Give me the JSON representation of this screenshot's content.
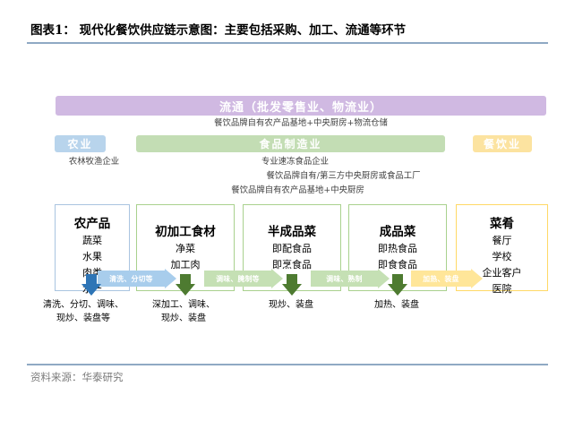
{
  "title": "图表1： 现代化餐饮供应链示意图：主要包括采购、加工、流通等环节",
  "footer": "资料来源：华泰研究",
  "banner": {
    "label": "流通（批发零售业、物流业）"
  },
  "industry_headers": [
    {
      "label": "农业",
      "color": "#b8d4ec"
    },
    {
      "label": "食品制造业",
      "color": "#c3ddb4"
    },
    {
      "label": "餐饮业",
      "color": "#fce3a0"
    }
  ],
  "span_arrows": [
    {
      "label": "餐饮品牌自有农产品基地+中央厨房+物流仓储",
      "color": "#b79bd0"
    },
    {
      "label": "农林牧渔企业",
      "color": "#5b9bd5"
    },
    {
      "label": "专业速冻食品企业",
      "color": "#70ad47"
    },
    {
      "label": "餐饮品牌自有/第三方中央厨房或食品工厂",
      "color": "#ffc000"
    },
    {
      "label": "餐饮品牌自有农产品基地+中央厨房",
      "color": "#ffc000"
    }
  ],
  "stages": [
    {
      "title": "农产品",
      "items": [
        "蔬菜",
        "水果",
        "肉类",
        "水产"
      ],
      "border": "#a9c4e0"
    },
    {
      "title": "初加工食材",
      "items": [
        "净菜",
        "加工肉"
      ],
      "border": "#a9d18e"
    },
    {
      "title": "半成品菜",
      "items": [
        "即配食品",
        "即烹食品"
      ],
      "border": "#a9d18e"
    },
    {
      "title": "成品菜",
      "items": [
        "即热食品",
        "即食食品"
      ],
      "border": "#a9d18e"
    },
    {
      "title": "菜肴",
      "items": [
        "餐厅",
        "学校",
        "企业客户",
        "医院"
      ],
      "border": "#ffd966"
    }
  ],
  "process_arrows": [
    {
      "label": "清洗、分切等",
      "color": "#a8cdec"
    },
    {
      "label": "调味、腌制等",
      "color": "#c5e0b4"
    },
    {
      "label": "调味、熟制",
      "color": "#c5e0b4"
    },
    {
      "label": "加热、装盘",
      "color": "#ffe699"
    }
  ],
  "bottom_captions": [
    {
      "line1": "清洗、分切、调味、",
      "line2": "现炒、装盘等"
    },
    {
      "line1": "深加工、调味、",
      "line2": "现炒、装盘"
    },
    {
      "line1": "现炒、装盘",
      "line2": ""
    },
    {
      "line1": "加热、装盘",
      "line2": ""
    }
  ]
}
